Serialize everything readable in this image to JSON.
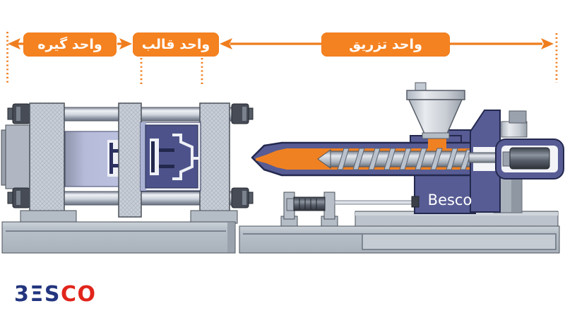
{
  "diagram": {
    "title_labels": [
      {
        "id": "clamping-unit",
        "text": "واحد گیره"
      },
      {
        "id": "mold-unit",
        "text": "واحد قالب"
      },
      {
        "id": "injection-unit",
        "text": "واحد تزریق"
      }
    ],
    "machine_brand": "Besco",
    "footer_logo": {
      "blue_text": "3ΞS",
      "red_text": "CO"
    },
    "colors": {
      "accent_orange": "#F58220",
      "molten_orange": "#F08122",
      "machine_blue": "#575C94",
      "outline_navy": "#23284E",
      "metal_gray": "#C0C7D0",
      "logo_blue": "#23357E",
      "logo_red": "#E1251B"
    }
  }
}
